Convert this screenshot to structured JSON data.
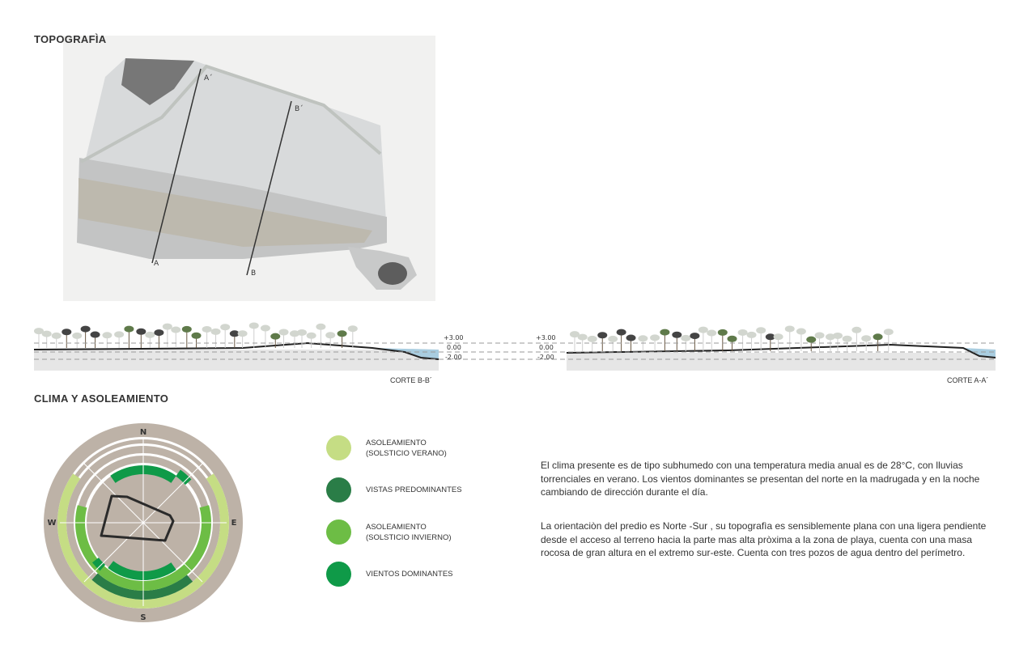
{
  "sections": {
    "topography_title": "TOPOGRAFÌA",
    "climate_title": "CLIMA Y ASOLEAMIENTO"
  },
  "map": {
    "markers": [
      "A",
      "A´",
      "B",
      "B´"
    ]
  },
  "cuts": {
    "bb_label": "CORTE B-B´",
    "aa_label": "CORTE A-A´",
    "levels": [
      "+3.00",
      "0.00",
      "-2.00"
    ]
  },
  "compass": {
    "n": "N",
    "s": "S",
    "e": "E",
    "w": "W"
  },
  "legend": [
    {
      "label": "ASOLEAMIENTO\n(SOLSTICIO VERANO)",
      "color": "#c5dd84"
    },
    {
      "label": "VISTAS PREDOMINANTES",
      "color": "#2a7d47"
    },
    {
      "label": "ASOLEAMIENTO\n(SOLSTICIO INVIERNO)",
      "color": "#6dbd45"
    },
    {
      "label": "VIENTOS DOMINANTES",
      "color": "#0f9a48"
    }
  ],
  "text": {
    "p1": "El clima presente es de tipo subhumedo con una temperatura media anual es de 28°C, con lluvias torrenciales en verano. Los vientos dominantes se presentan del norte en la madrugada y en la noche cambiando de dirección durante el día.",
    "p2": "La orientaciòn del predio es Norte -Sur , su topografìa es sensiblemente plana con una ligera pendiente desde el acceso al terreno hacia la parte mas alta pròxima a la zona de playa,  cuenta con una masa rocosa de gran altura en el extremo sur-este. Cuenta con tres pozos de agua dentro del perímetro."
  },
  "colors": {
    "beige": "#bdb2a7",
    "verano": "#c5dd84",
    "vistas": "#2a7d47",
    "invierno": "#6dbd45",
    "vientos": "#0f9a48"
  }
}
